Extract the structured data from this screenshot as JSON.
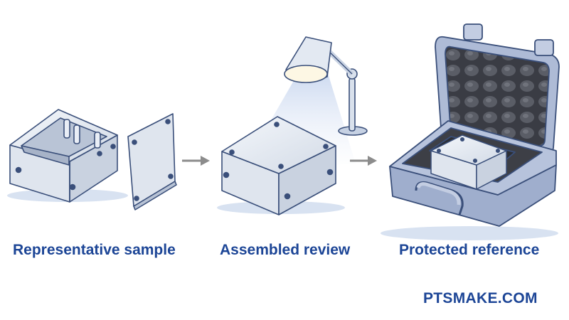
{
  "steps": [
    {
      "label": "Representative sample",
      "icon": "open-enclosure-with-lid-icon"
    },
    {
      "label": "Assembled review",
      "icon": "closed-enclosure-under-lamp-icon"
    },
    {
      "label": "Protected reference",
      "icon": "enclosure-in-foam-case-icon"
    }
  ],
  "brand": "PTSMAKE.COM",
  "colors": {
    "accent": "#1c4596",
    "metal": "#dfe5ee",
    "outline": "#3a4f7a",
    "foam": "#3d3f46",
    "case": "#aebbd6",
    "arrow": "#8c8c8c"
  }
}
